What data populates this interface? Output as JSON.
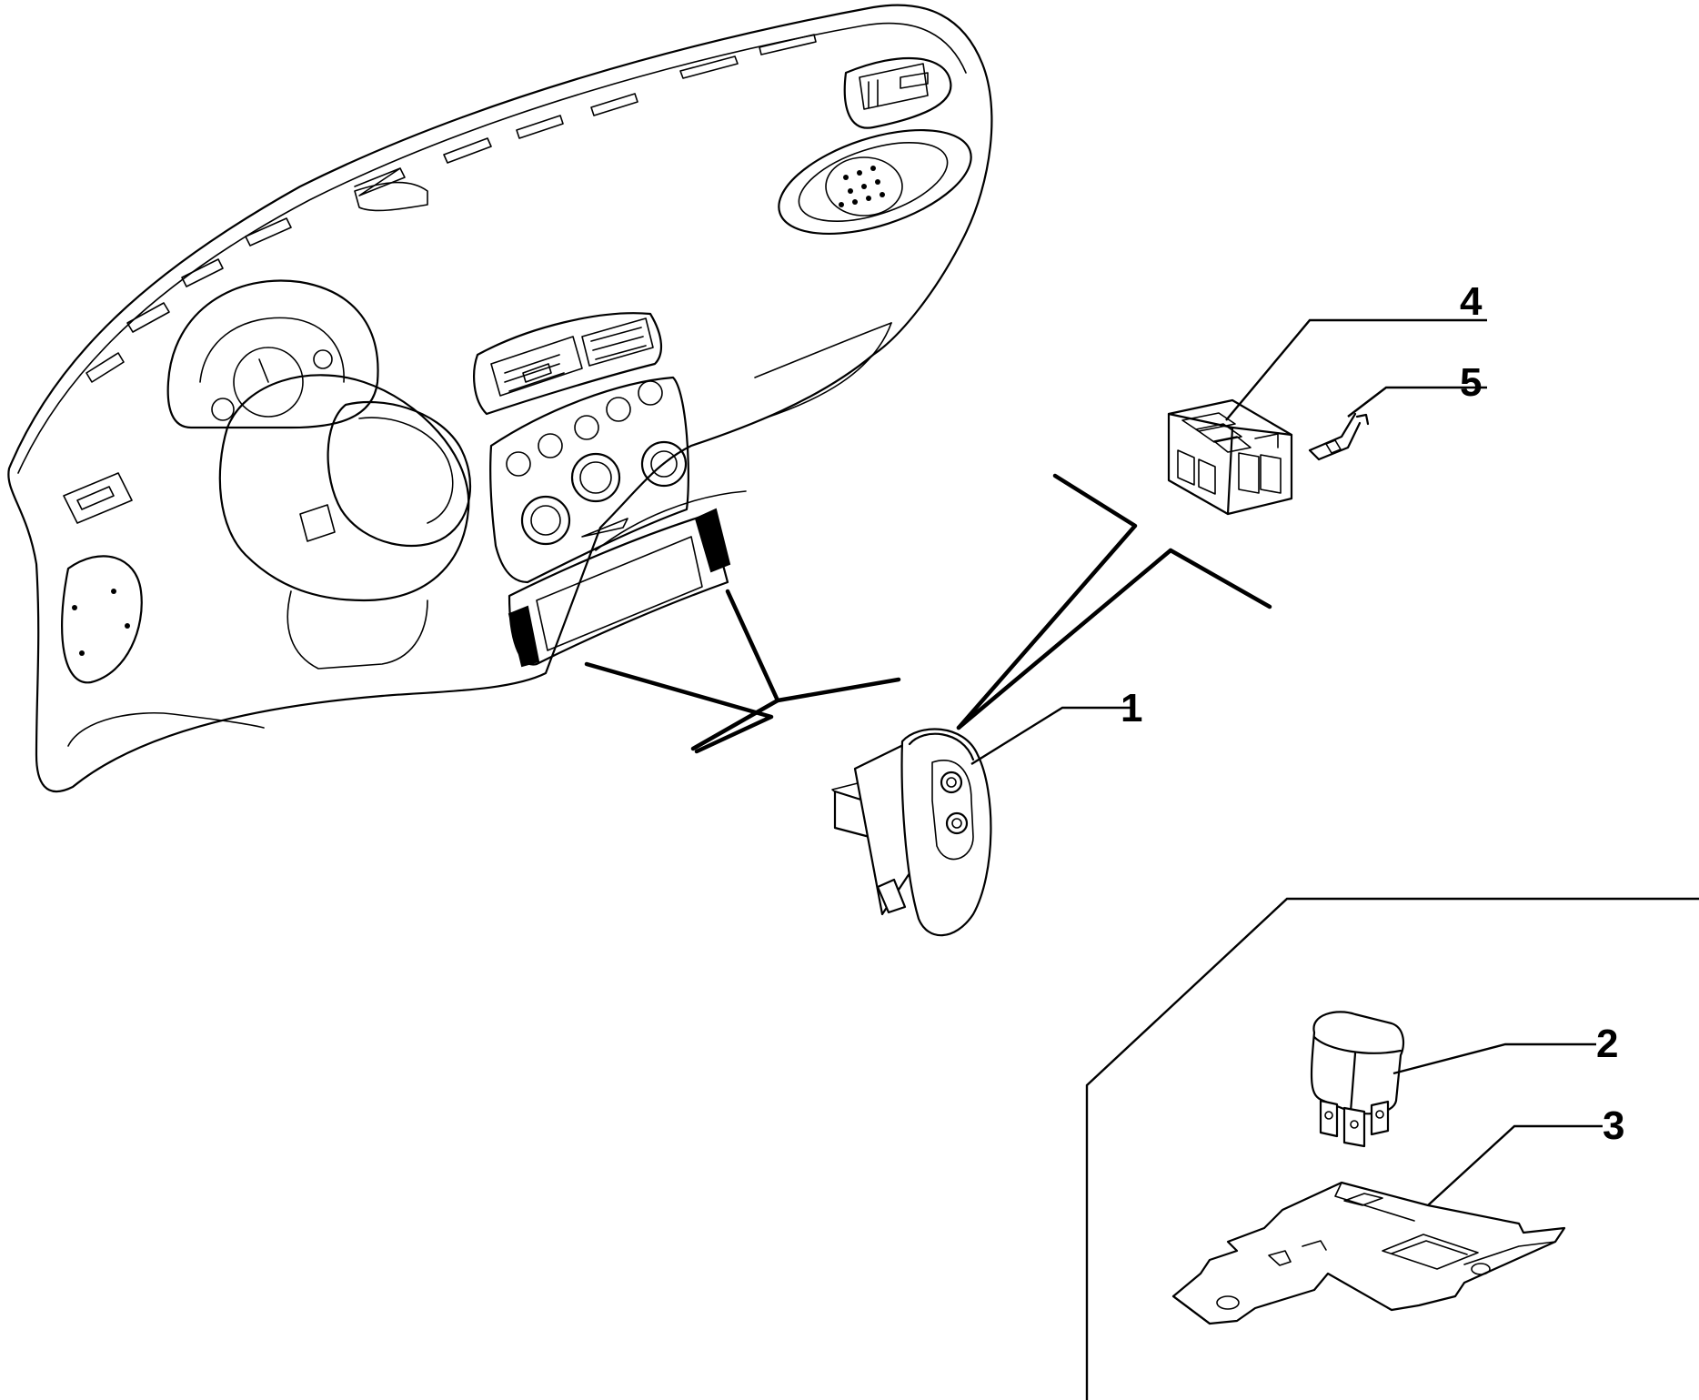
{
  "callouts": [
    {
      "id": "1",
      "label": "1"
    },
    {
      "id": "2",
      "label": "2"
    },
    {
      "id": "3",
      "label": "3"
    },
    {
      "id": "4",
      "label": "4"
    },
    {
      "id": "5",
      "label": "5"
    }
  ],
  "parts": {
    "dashboard": "dashboard-assembly",
    "switch": "switch-part-1",
    "relay": "relay-part-2",
    "bracket": "bracket-part-3",
    "connector": "connector-part-4",
    "terminal": "terminal-part-5"
  }
}
